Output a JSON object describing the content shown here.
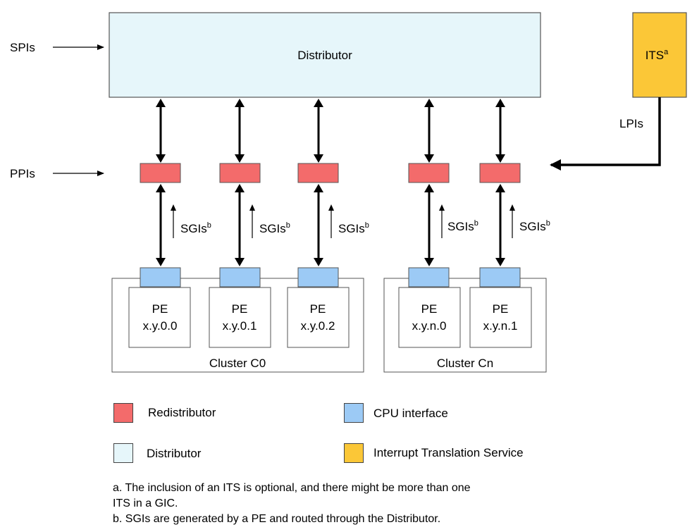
{
  "diagram": {
    "distributor_label": "Distributor",
    "its_label": "ITS",
    "its_sup": "a",
    "inputs": {
      "spis": "SPIs",
      "ppis": "PPIs",
      "lpis": "LPIs"
    },
    "sgi_label": "SGIs",
    "sgi_sup": "b",
    "pe_label": "PE",
    "pes": [
      "x.y.0.0",
      "x.y.0.1",
      "x.y.0.2",
      "x.y.n.0",
      "x.y.n.1"
    ],
    "clusters": [
      "Cluster C0",
      "Cluster Cn"
    ]
  },
  "legend": {
    "redistributor": "Redistributor",
    "cpu_interface": "CPU interface",
    "distributor": "Distributor",
    "its": "Interrupt Translation Service"
  },
  "colors": {
    "distributor": "#e6f6fa",
    "redistributor": "#f36b6b",
    "cpu_interface": "#9ccaf5",
    "its": "#fbc737"
  },
  "notes": {
    "a_line1": "a. The inclusion of an ITS is optional, and there might be more than one",
    "a_line2": "ITS in a GIC.",
    "b": "b. SGIs are generated by a PE and routed through the Distributor."
  }
}
